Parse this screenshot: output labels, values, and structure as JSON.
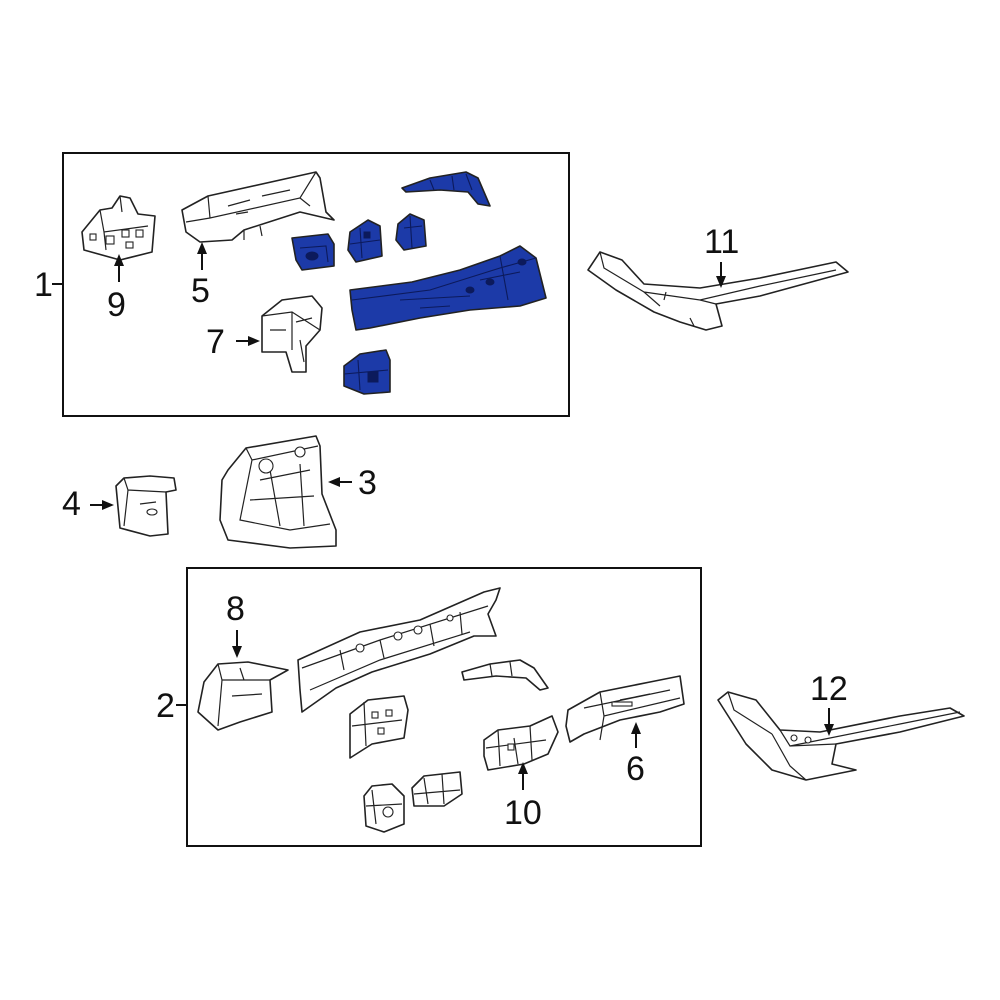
{
  "colors": {
    "highlight": "#1c3aa8",
    "line": "#222222",
    "background": "#ffffff"
  },
  "callouts": {
    "c1": "1",
    "c2": "2",
    "c3": "3",
    "c4": "4",
    "c5": "5",
    "c6": "6",
    "c7": "7",
    "c8": "8",
    "c9": "9",
    "c10": "10",
    "c11": "11",
    "c12": "12"
  }
}
